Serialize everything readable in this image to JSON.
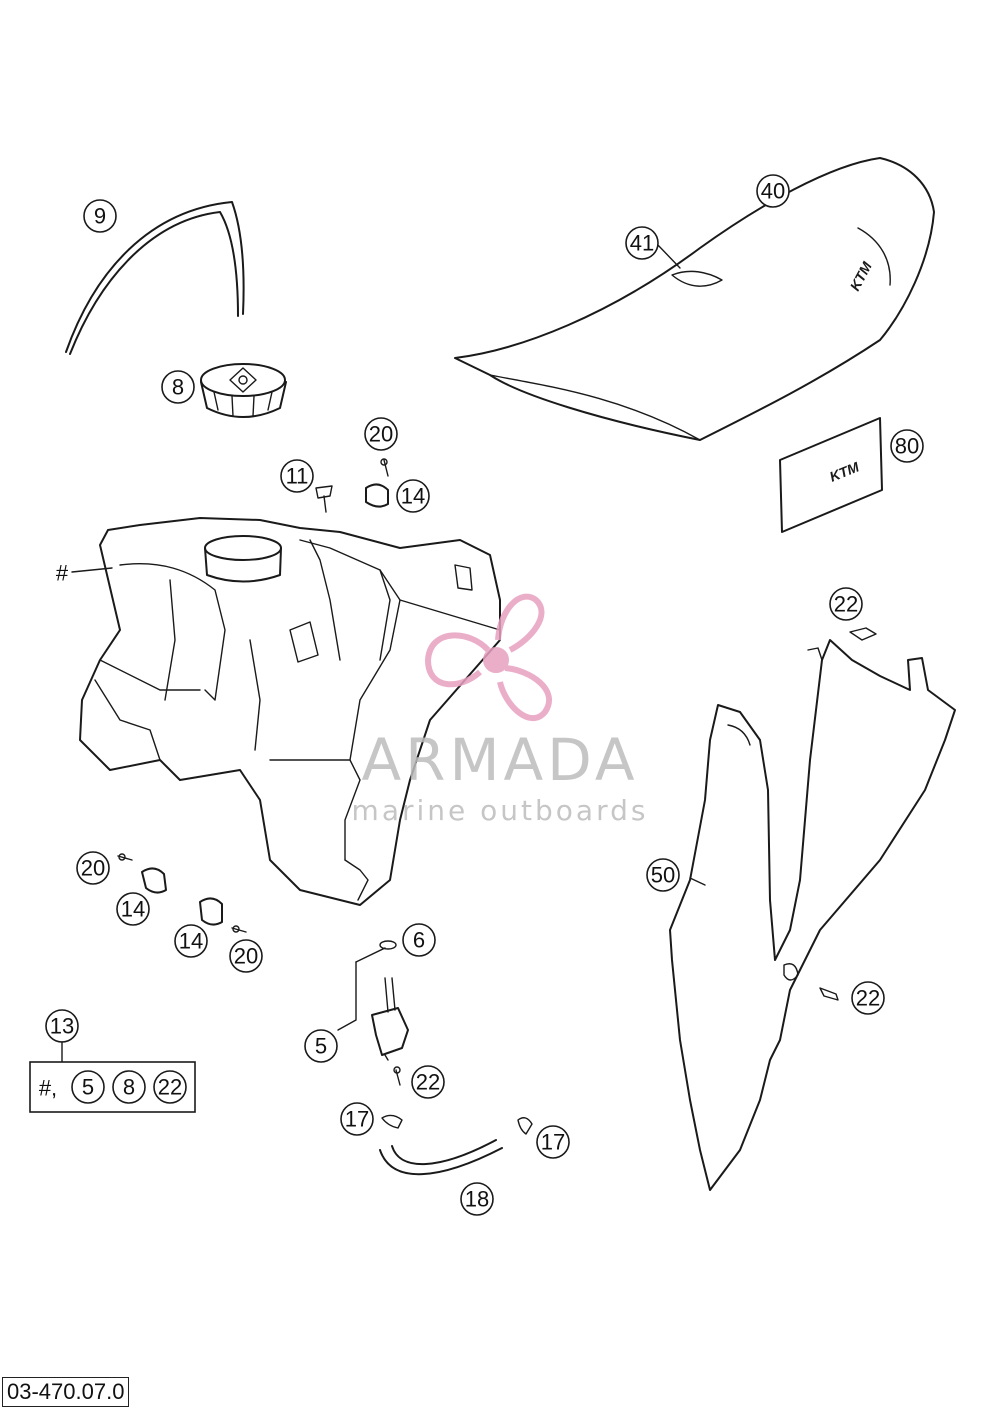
{
  "callouts": {
    "c9": "9",
    "c8": "8",
    "c40": "40",
    "c41": "41",
    "c80": "80",
    "c20a": "20",
    "c11": "11",
    "c14a": "14",
    "hash": "#",
    "c22a": "22",
    "c50": "50",
    "c22b": "22",
    "c20b": "20",
    "c14b": "14",
    "c14c": "14",
    "c20c": "20",
    "c6": "6",
    "c5": "5",
    "c22c": "22",
    "c13": "13",
    "c17a": "17",
    "c17b": "17",
    "c18": "18"
  },
  "kit": {
    "prefix": "#,",
    "items": [
      "5",
      "8",
      "22"
    ]
  },
  "brand_mark": "KTM",
  "watermark": {
    "title": "ARMADA",
    "subtitle": "marine outboards",
    "color": "#e8a0c0",
    "text_color": "#bdbdbd"
  },
  "drawing_code": "03-470.07.0",
  "line_color": "#1a1a1a"
}
